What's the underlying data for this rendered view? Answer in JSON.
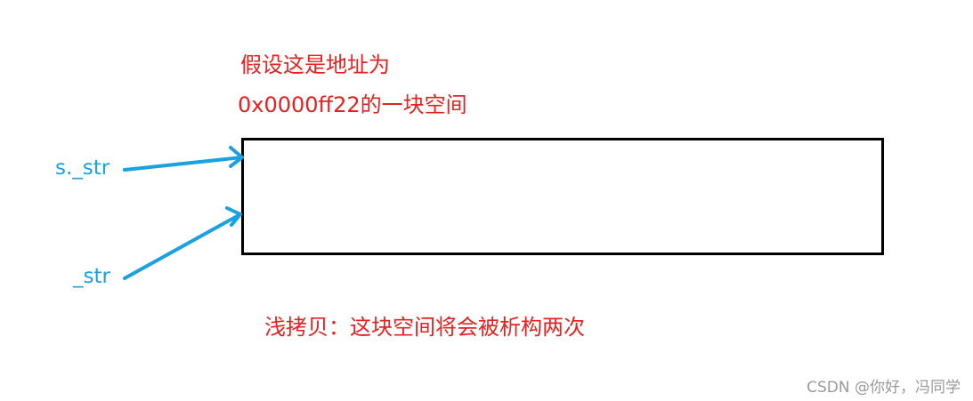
{
  "annotation": {
    "line1": "假设这是地址为",
    "line2": "0x0000ff22的一块空间",
    "shallow_copy_note": "浅拷贝：这块空间将会被析构两次"
  },
  "pointers": {
    "s_str_label": "s._str",
    "str_label": "_str"
  },
  "watermark": "CSDN @你好，冯同学",
  "colors": {
    "annotation_red": "#e52222",
    "pointer_blue": "#1aa1e0",
    "box_border": "#000000",
    "watermark_gray": "#9a9a9a"
  }
}
